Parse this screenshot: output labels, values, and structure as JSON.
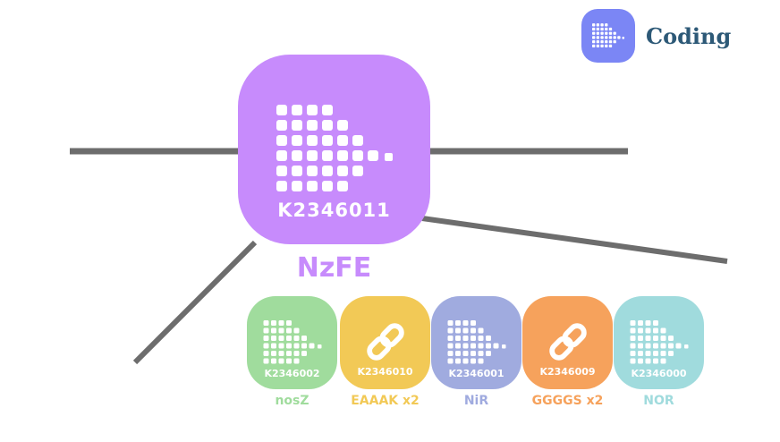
{
  "legend": {
    "label": "Coding",
    "color": "#7b86f5",
    "label_color": "#2d5977",
    "icon": "coding-icon"
  },
  "main_part": {
    "id": "K2346011",
    "name": "NzFE",
    "color": "#c78bfc",
    "icon": "coding-icon"
  },
  "parts": [
    {
      "id": "K2346002",
      "name": "nosZ",
      "color": "#a0dc9d",
      "icon": "coding-icon"
    },
    {
      "id": "K2346010",
      "name": "EAAAK x2",
      "color": "#f2c956",
      "icon": "link-icon"
    },
    {
      "id": "K2346001",
      "name": "NiR",
      "color": "#a0abdf",
      "icon": "coding-icon"
    },
    {
      "id": "K2346009",
      "name": "GGGGS x2",
      "color": "#f6a25c",
      "icon": "link-icon"
    },
    {
      "id": "K2346000",
      "name": "NOR",
      "color": "#a0dbdd",
      "icon": "coding-icon"
    }
  ],
  "line_color": "#6d6d6d"
}
